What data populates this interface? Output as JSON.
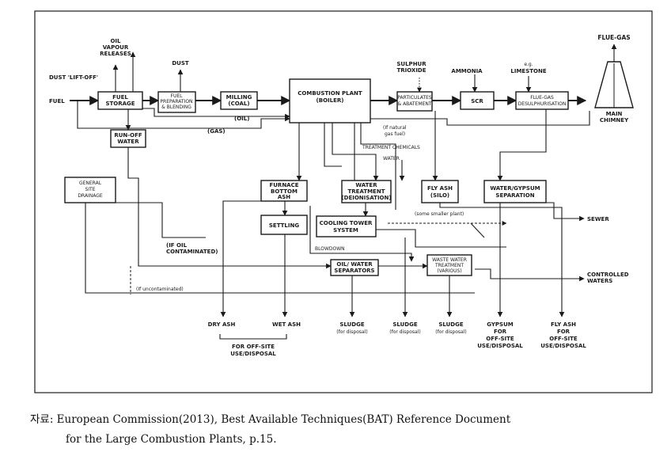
{
  "nodes": {
    "fuel_storage": [
      "FUEL",
      "STORAGE"
    ],
    "fuel_prep": [
      "FUEL",
      "PREPARATION",
      "& BLENDING"
    ],
    "milling": [
      "MILLING",
      "(COAL)"
    ],
    "combustion": [
      "COMBUSTION PLANT",
      "(BOILER)"
    ],
    "particulates": [
      "PARTICULATES",
      "& ABATEMENT"
    ],
    "scr": [
      "SCR"
    ],
    "fgd": [
      "FLUE-GAS",
      "DESULPHURISATION"
    ],
    "runoff": [
      "RUN-OFF",
      "WATER"
    ],
    "general_drainage": [
      "GENERAL",
      "SITE",
      "DRAINAGE"
    ],
    "furnace_ash": [
      "FURNACE",
      "BOTTOM",
      "ASH"
    ],
    "water_treatment": [
      "WATER",
      "TREATMENT",
      "(DEIONISATION)"
    ],
    "fly_ash_silo": [
      "FLY ASH",
      "(SILO)"
    ],
    "water_gypsum": [
      "WATER/GYPSUM",
      "SEPARATION"
    ],
    "settling": [
      "SETTLING"
    ],
    "cooling_tower": [
      "COOLING TOWER",
      "SYSTEM"
    ],
    "oil_water": [
      "OIL/ WATER",
      "SEPARATORS"
    ],
    "waste_water": [
      "WASTE WATER",
      "TREATMENT",
      "(VARIOUS)"
    ]
  },
  "labels": {
    "oil_vapour": [
      "OIL",
      "VAPOUR",
      "RELEASES"
    ],
    "dust_liftoff": "DUST 'LIFT-OFF'",
    "dust": "DUST",
    "fuel": "FUEL",
    "oil": "(OIL)",
    "gas": "(GAS)",
    "sulphur": [
      "SULPHUR",
      "TRIOXIDE"
    ],
    "ammonia": "AMMONIA",
    "limestone": [
      "e.g.",
      "LIMESTONE"
    ],
    "flue_gas": "FLUE-GAS",
    "chimney": [
      "MAIN",
      "CHIMNEY"
    ],
    "natural_gas": [
      "(If natural",
      "gas fuel)"
    ],
    "treatment_chemicals": "TREATMENT CHEMICALS",
    "water": "WATER",
    "smaller_plant": "(some smaller plant)",
    "sewer": "SEWER",
    "if_oil": [
      "(IF OIL",
      "CONTAMINATED)"
    ],
    "blowdown": "BLOWDOWN",
    "if_uncontaminated": "(If uncontaminated)",
    "controlled_waters": [
      "CONTROLLED",
      "WATERS"
    ],
    "dry_ash": "DRY ASH",
    "wet_ash": "WET ASH",
    "offsite_bottom": [
      "FOR OFF-SITE",
      "USE/DISPOSAL"
    ],
    "sludge1": [
      "SLUDGE",
      "(for disposal)"
    ],
    "sludge2": [
      "SLUDGE",
      "(for disposal)"
    ],
    "sludge3": [
      "SLUDGE",
      "(for disposal)"
    ],
    "gypsum": [
      "GYPSUM",
      "FOR",
      "OFF-SITE",
      "USE/DISPOSAL"
    ],
    "fly_ash_out": [
      "FLY ASH",
      "FOR",
      "OFF-SITE",
      "USE/DISPOSAL"
    ]
  },
  "caption": {
    "line1": "자료: European Commission(2013), Best Available Techniques(BAT) Reference Document",
    "line2": "for the Large Combustion Plants, p.15."
  }
}
